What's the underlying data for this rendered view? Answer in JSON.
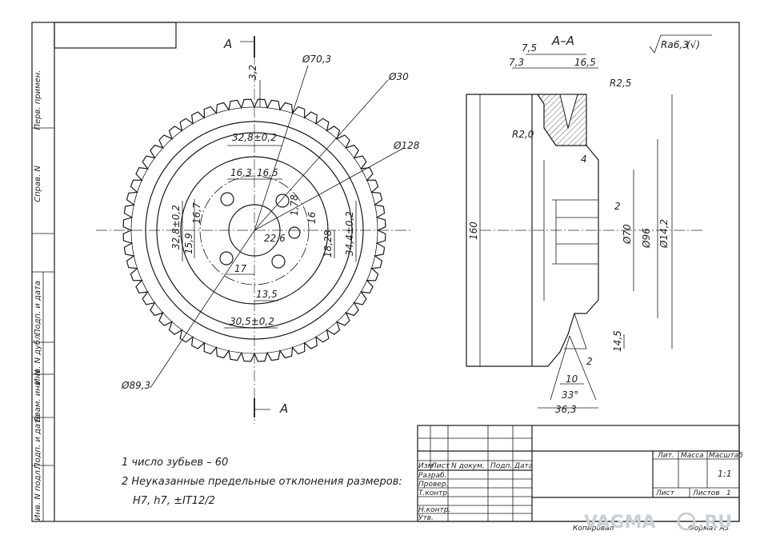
{
  "drawing": {
    "section_label_top": "A",
    "section_label_bottom": "A",
    "section_title": "A–A",
    "roughness": "Ra6,3",
    "roughness_paren": "(√)"
  },
  "front_view": {
    "dims": {
      "d70_3": "Ø70,3",
      "d30": "Ø30",
      "d128": "Ø128",
      "d89_3": "Ø89,3",
      "h3_2": "3,2",
      "w32_8": "32,8±0,2",
      "w16_3": "16,3",
      "w16_5": "16,5",
      "v1_78": "1,78",
      "v16": "16",
      "v16_7": "16,7",
      "v32_8": "32,8±0,2",
      "v15_9": "15,9",
      "v22_6": "22,6",
      "v18_28": "18,28",
      "v34_4": "34,4±0,2",
      "w17": "17",
      "w13_5": "13,5",
      "w30_5": "30,5±0,2"
    }
  },
  "section_view": {
    "dims": {
      "t7_5": "7,5",
      "t7_3": "7,3",
      "t16_5": "16,5",
      "r2_5": "R2,5",
      "r2_0": "R2,0",
      "v4": "4",
      "v2": "2",
      "d70": "Ø70",
      "d96": "Ø96",
      "d14_2": "Ø14,2",
      "h160": "160",
      "v14_5": "14,5",
      "v2b": "2",
      "w10": "10",
      "a33": "33°",
      "w36_3": "36,3"
    }
  },
  "notes": {
    "line1": "1 число зубьев – 60",
    "line2": "2 Неуказанные предельные отклонения размеров:",
    "line3": "H7, h7, ±IT12/2"
  },
  "side_columns": {
    "perv_primen": "Перв. примен.",
    "sprav_n": "Справ. N",
    "podp_data_1": "Подп. и дата",
    "inv_n_dubl": "Инв. N дубл.",
    "vzam_inv": "Взам. инв. N",
    "podp_data_2": "Подп. и дата",
    "inv_n_podl": "Инв. N подл."
  },
  "title_block": {
    "izm": "Изм",
    "list": "Лист",
    "n_dokum": "N докум.",
    "podp": "Подп.",
    "data": "Дата",
    "razrab": "Разраб.",
    "prover": "Провер.",
    "t_kontr": "Т.контр.",
    "blank": "",
    "n_kontr": "Н.контр.",
    "utv": "Утв.",
    "lit": "Лит.",
    "massa": "Масса",
    "masshtab": "Масштаб",
    "scale_value": "1:1",
    "list_label": "Лист",
    "listov_label": "Листов",
    "listov_value": "1",
    "kopiroval": "Копировал",
    "format": "Формат А3"
  },
  "watermark": {
    "text": "VAGMA",
    "suffix": ".RU"
  },
  "colors": {
    "line": "#1a1a1a",
    "hatch": "#333333",
    "watermark": "#c9cfd6",
    "paper": "#ffffff"
  }
}
